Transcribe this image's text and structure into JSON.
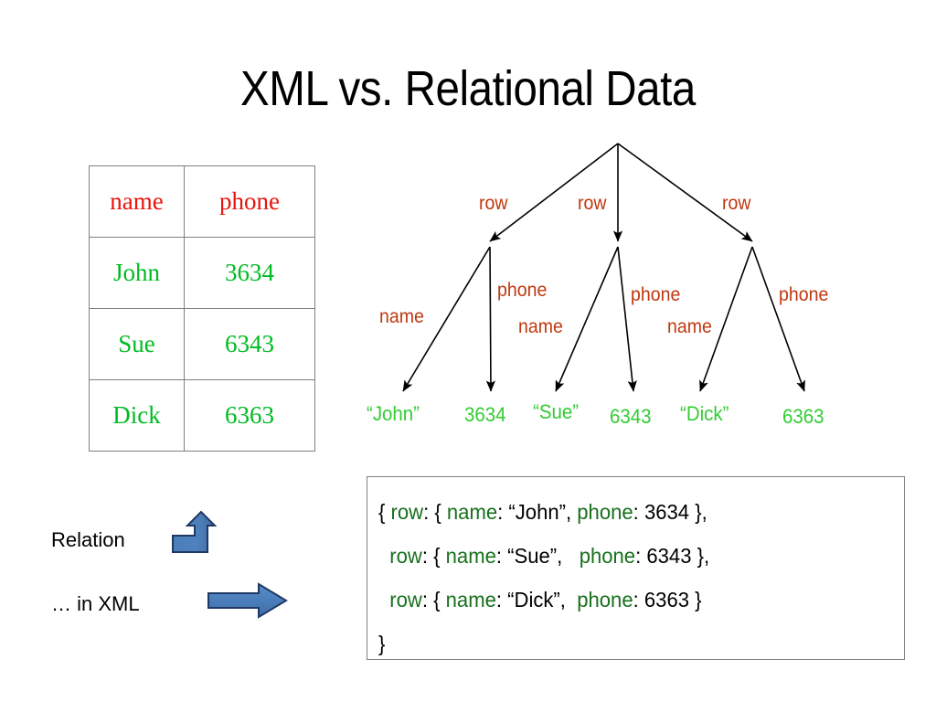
{
  "slide": {
    "title": "XML vs. Relational Data",
    "background": "#ffffff"
  },
  "colors": {
    "title": "#000000",
    "table_header": "#e8140c",
    "table_data": "#00bb22",
    "tree_edge_label": "#c0380f",
    "tree_leaf": "#33cc33",
    "json_key": "#17701c",
    "json_value": "#000000",
    "arrow_fill": "#4a7ebb",
    "arrow_stroke": "#1f3864",
    "border_gray": "#808080"
  },
  "relation_table": {
    "headers": [
      "name",
      "phone"
    ],
    "rows": [
      [
        "John",
        "3634"
      ],
      [
        "Sue",
        "6343"
      ],
      [
        "Dick",
        "6363"
      ]
    ]
  },
  "tree": {
    "root_label": "",
    "edge_labels": {
      "row": [
        "row",
        "row",
        "row"
      ],
      "name": [
        "name",
        "name",
        "name"
      ],
      "phone": [
        "phone",
        "phone",
        "phone"
      ]
    },
    "leaves": [
      "“John”",
      "3634",
      "“Sue”",
      "6343",
      "“Dick”",
      "6363"
    ]
  },
  "legend": {
    "relation_label": "Relation",
    "xml_label": "… in XML",
    "relation_arrow_icon": "bent-up-arrow-icon",
    "xml_arrow_icon": "right-arrow-icon"
  },
  "json_box": {
    "lines": [
      [
        {
          "t": "{ ",
          "c": "punct"
        },
        {
          "t": "row",
          "c": "key"
        },
        {
          "t": ": { ",
          "c": "punct"
        },
        {
          "t": "name",
          "c": "key"
        },
        {
          "t": ": “John”, ",
          "c": "val"
        },
        {
          "t": "phone",
          "c": "key"
        },
        {
          "t": ": 3634 },",
          "c": "val"
        }
      ],
      [
        {
          "t": "  ",
          "c": "punct"
        },
        {
          "t": "row",
          "c": "key"
        },
        {
          "t": ": { ",
          "c": "punct"
        },
        {
          "t": "name",
          "c": "key"
        },
        {
          "t": ": “Sue”,   ",
          "c": "val"
        },
        {
          "t": "phone",
          "c": "key"
        },
        {
          "t": ": 6343 },",
          "c": "val"
        }
      ],
      [
        {
          "t": "  ",
          "c": "punct"
        },
        {
          "t": "row",
          "c": "key"
        },
        {
          "t": ": { ",
          "c": "punct"
        },
        {
          "t": "name",
          "c": "key"
        },
        {
          "t": ": “Dick”,  ",
          "c": "val"
        },
        {
          "t": "phone",
          "c": "key"
        },
        {
          "t": ": 6363 }",
          "c": "val"
        }
      ],
      [
        {
          "t": "}",
          "c": "punct"
        }
      ]
    ]
  }
}
